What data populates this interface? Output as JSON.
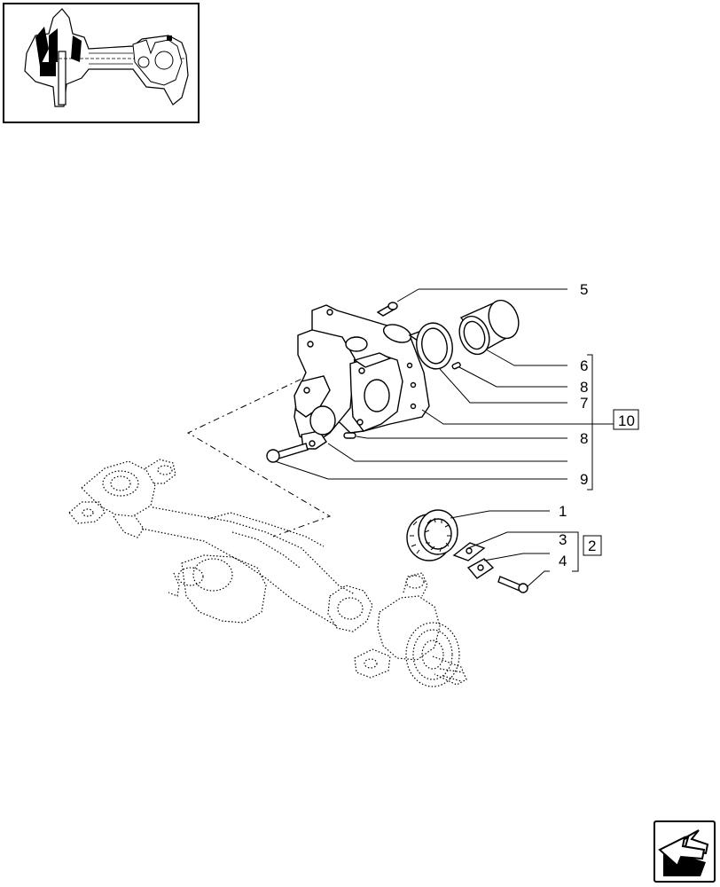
{
  "callouts": {
    "c1": "1",
    "c2": "2",
    "c3": "3",
    "c4": "4",
    "c5": "5",
    "c6": "6",
    "c7": "7",
    "c8a": "8",
    "c8b": "8",
    "c9": "9",
    "c10": "10"
  },
  "icons": {
    "thumbnail": "axle-assembly-thumbnail",
    "nav": "next-page-arrow-icon"
  }
}
